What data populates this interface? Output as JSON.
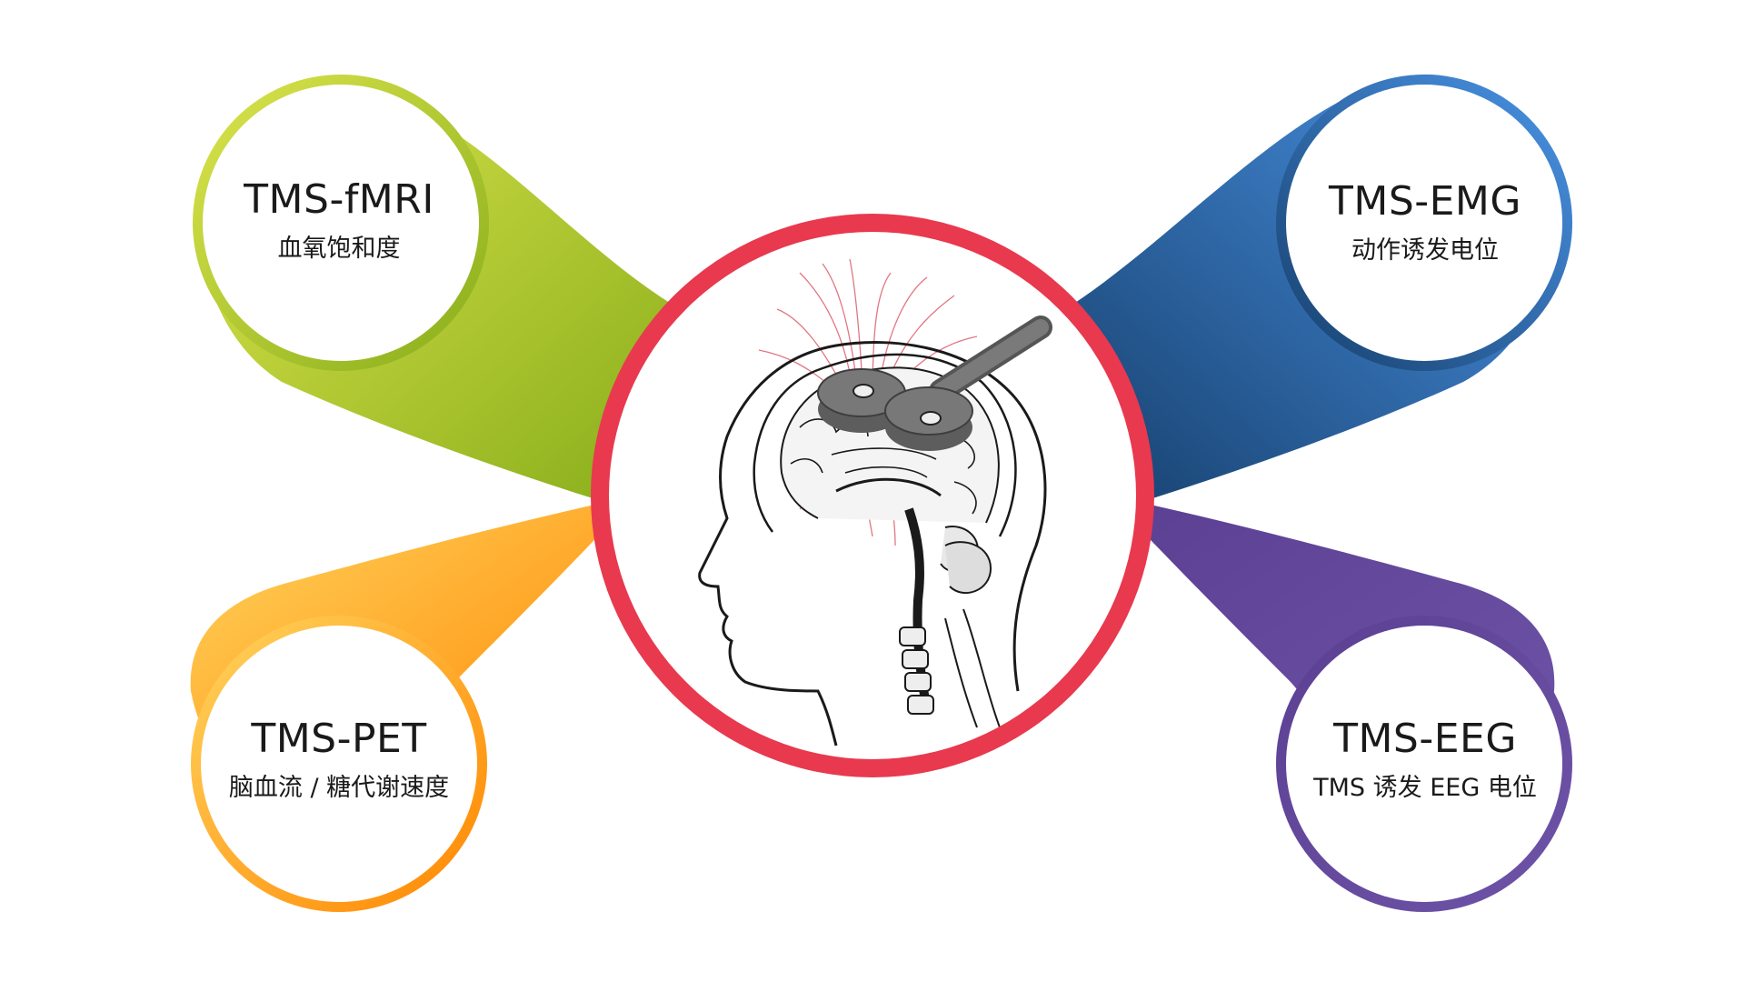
{
  "nodes": {
    "fmri": {
      "title": "TMS-fMRI",
      "subtitle": "血氧饱和度",
      "color_start": "#d6e049",
      "color_end": "#8db21c"
    },
    "emg": {
      "title": "TMS-EMG",
      "subtitle": "动作诱发电位",
      "color_start": "#4a90e2",
      "color_end": "#17497a"
    },
    "pet": {
      "title": "TMS-PET",
      "subtitle": "脑血流 / 糖代谢速度",
      "color_start": "#ffd05a",
      "color_end": "#ff8a00"
    },
    "eeg": {
      "title": "TMS-EEG",
      "subtitle": "TMS 诱发 EEG 电位",
      "color_start": "#7d62b8",
      "color_end": "#5a3f8e"
    }
  },
  "center": {
    "ring_color": "#e8394e",
    "image": "tms-coil-over-head-brain-illustration",
    "field_line_color": "#d9485a",
    "coil_color": "#6f6f6f"
  }
}
